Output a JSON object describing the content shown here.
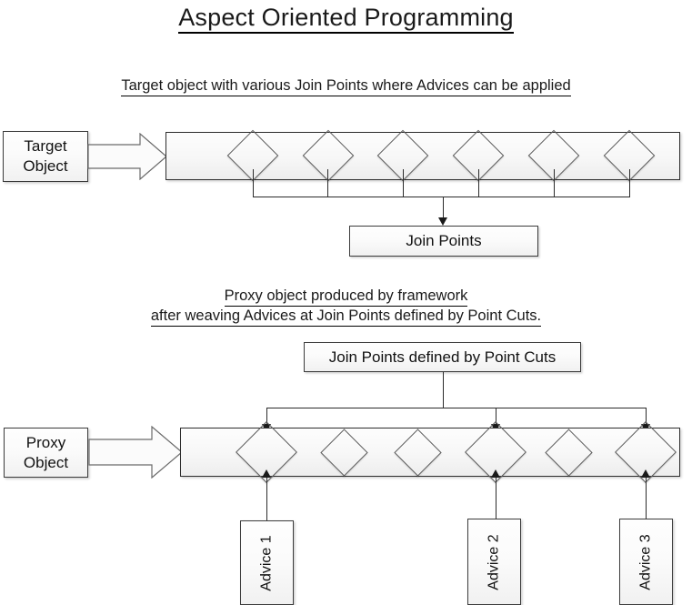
{
  "page": {
    "title": "Aspect Oriented Programming"
  },
  "section_top": {
    "caption": "Target object with various Join Points where Advices can be applied",
    "source_box": "Target\nObject",
    "source_box_line1": "Target",
    "source_box_line2": "Object",
    "join_points_box": "Join Points",
    "join_point_count": 6
  },
  "section_bottom": {
    "caption_line1": "Proxy object produced by framework",
    "caption_line2": "after weaving Advices at Join Points defined by Point Cuts.",
    "point_cuts_box": "Join Points defined by Point Cuts",
    "source_box_line1": "Proxy",
    "source_box_line2": "Object",
    "join_point_count": 6,
    "advices": [
      {
        "label": "Advice 1"
      },
      {
        "label": "Advice 2"
      },
      {
        "label": "Advice 3"
      }
    ]
  },
  "colors": {
    "line": "#2b2b2b",
    "box_border": "#3c3c3c",
    "diamond_border": "#5a5a5a",
    "background": "#ffffff",
    "text": "#1a1a1a"
  }
}
